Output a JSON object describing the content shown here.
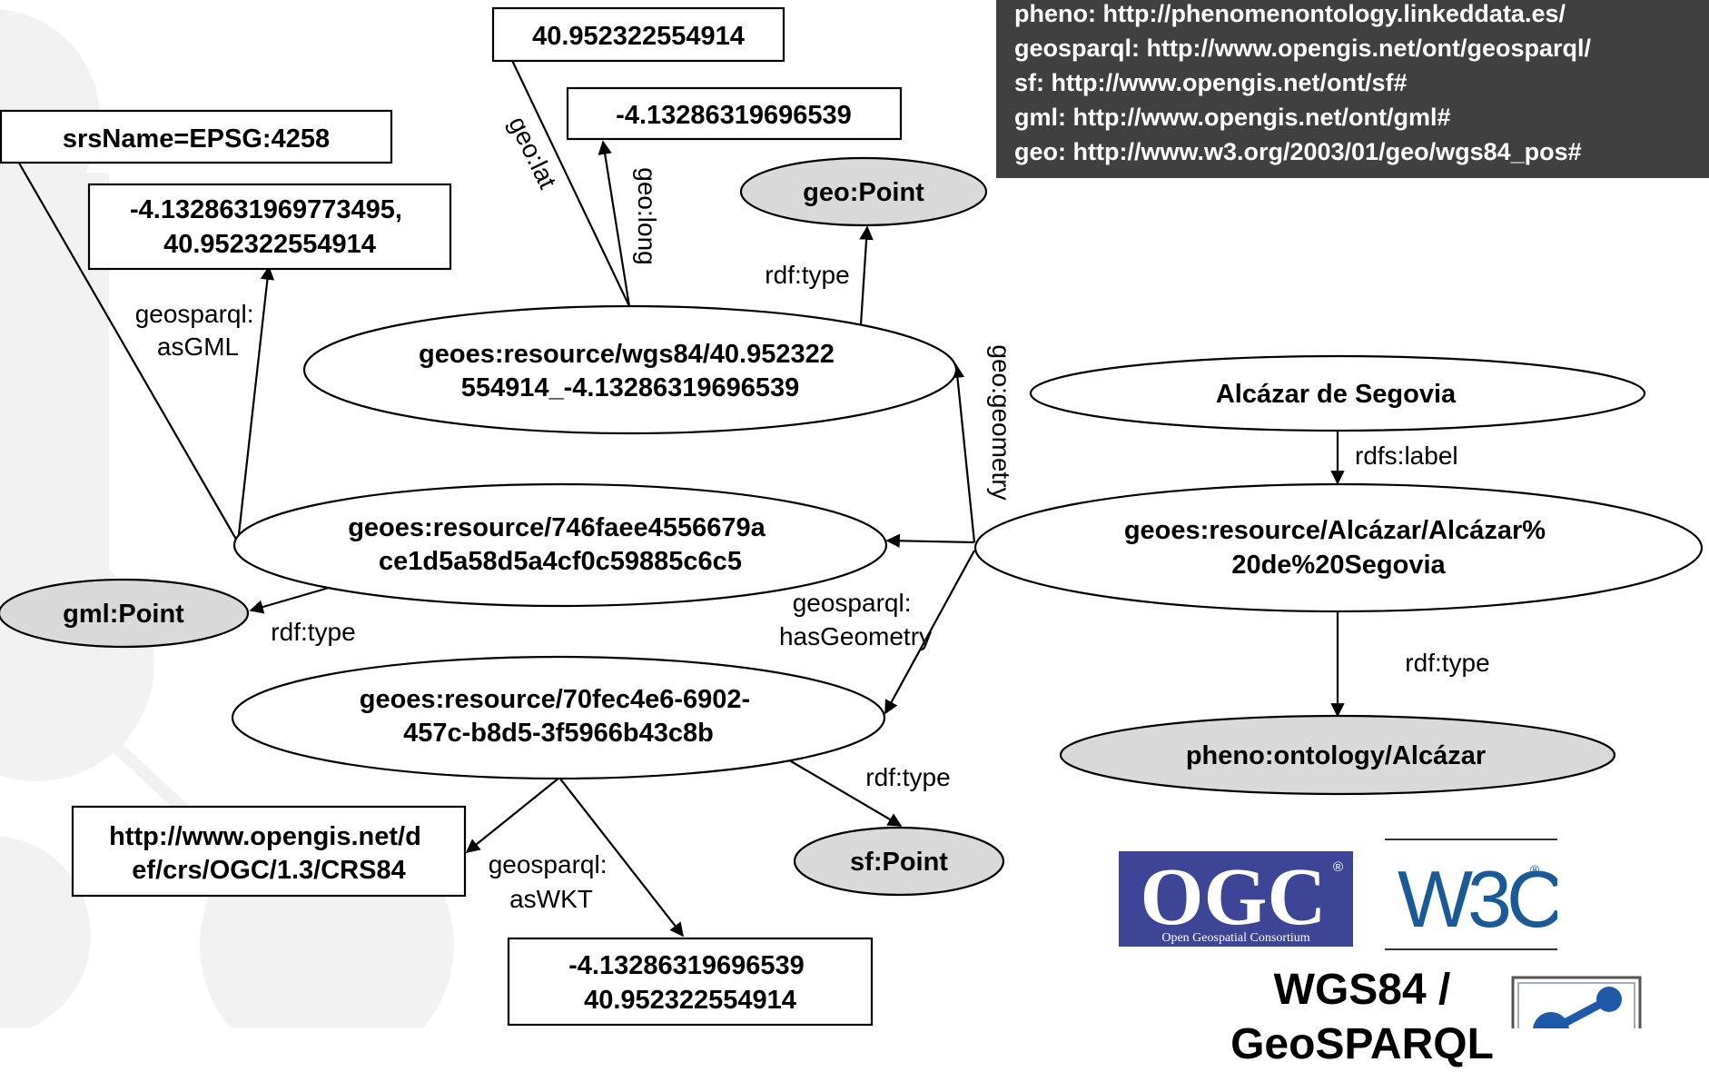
{
  "prefixes": [
    "pheno: http://phenomenontology.linkeddata.es/",
    "geosparql: http://www.opengis.net/ont/geosparql/",
    "sf: http://www.opengis.net/ont/sf#",
    "gml: http://www.opengis.net/ont/gml#",
    "geo: http://www.w3.org/2003/01/geo/wgs84_pos#"
  ],
  "nodes": {
    "lat_value": [
      "40.952322554914"
    ],
    "long_value": [
      "-4.13286319696539"
    ],
    "srs_name": [
      "srsName=EPSG:4258"
    ],
    "gml_coords": [
      "-4.1328631969773495,",
      "40.952322554914"
    ],
    "geo_point": [
      "geo:Point"
    ],
    "wgs84_resource": [
      "geoes:resource/wgs84/40.952322",
      "554914_-4.13286319696539"
    ],
    "alcazar_label": [
      "Alcázar de Segovia"
    ],
    "gml_resource": [
      "geoes:resource/746faee4556679a",
      "ce1d5a58d5a4cf0c59885c6c5"
    ],
    "alcazar_resource": [
      "geoes:resource/Alcázar/Alcázar%",
      "20de%20Segovia"
    ],
    "gml_point": [
      "gml:Point"
    ],
    "sf_resource": [
      "geoes:resource/70fec4e6-6902-",
      "457c-b8d5-3f5966b43c8b"
    ],
    "pheno_class": [
      "pheno:ontology/Alcázar"
    ],
    "crs_uri": [
      "http://www.opengis.net/d",
      "ef/crs/OGC/1.3/CRS84"
    ],
    "sf_point": [
      "sf:Point"
    ],
    "wkt_value": [
      "-4.13286319696539",
      "40.952322554914"
    ]
  },
  "edges": {
    "geo_lat": [
      "geo:lat"
    ],
    "geo_long": [
      "geo:long"
    ],
    "wgs84_rdf_type": [
      "rdf:type"
    ],
    "geo_geometry": [
      "geo:geometry"
    ],
    "as_gml": [
      "geosparql:",
      "asGML"
    ],
    "rdfs_label": [
      "rdfs:label"
    ],
    "gml_rdf_type": [
      "rdf:type"
    ],
    "has_geometry": [
      "geosparql:",
      "hasGeometry"
    ],
    "alcazar_rdf_type": [
      "rdf:type"
    ],
    "sf_rdf_type": [
      "rdf:type"
    ],
    "as_wkt": [
      "geosparql:",
      "asWKT"
    ]
  },
  "logos": {
    "ogc_mark": "OGC",
    "ogc_name": "Open Geospatial Consortium",
    "w3c_mark": "W3C"
  },
  "caption": {
    "line1": "WGS84 /",
    "line2": "GeoSPARQL"
  },
  "colors": {
    "legend_bg": "#404040",
    "class_fill": "#d9d9d9",
    "ogc_blue": "#3d4596",
    "w3c_blue": "#1a5a96",
    "background_shape": "#f2f2f2"
  }
}
